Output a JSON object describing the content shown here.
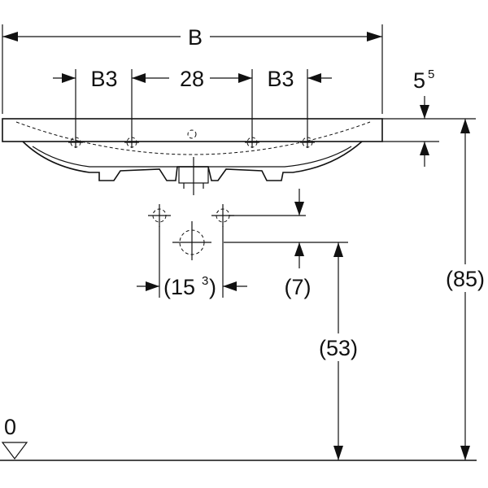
{
  "dimensions": {
    "overall_width": "B",
    "left_offset": "B3",
    "center_spacing": "28",
    "right_offset": "B3",
    "rim_thickness_base": "5",
    "rim_thickness_sup": "5",
    "total_height": "(85)",
    "outlet_drop": "(7)",
    "outlet_height": "(53)",
    "trap_spacing_base": "(15",
    "trap_spacing_sup": "3",
    "trap_spacing_close": ")",
    "floor_level": "0"
  }
}
